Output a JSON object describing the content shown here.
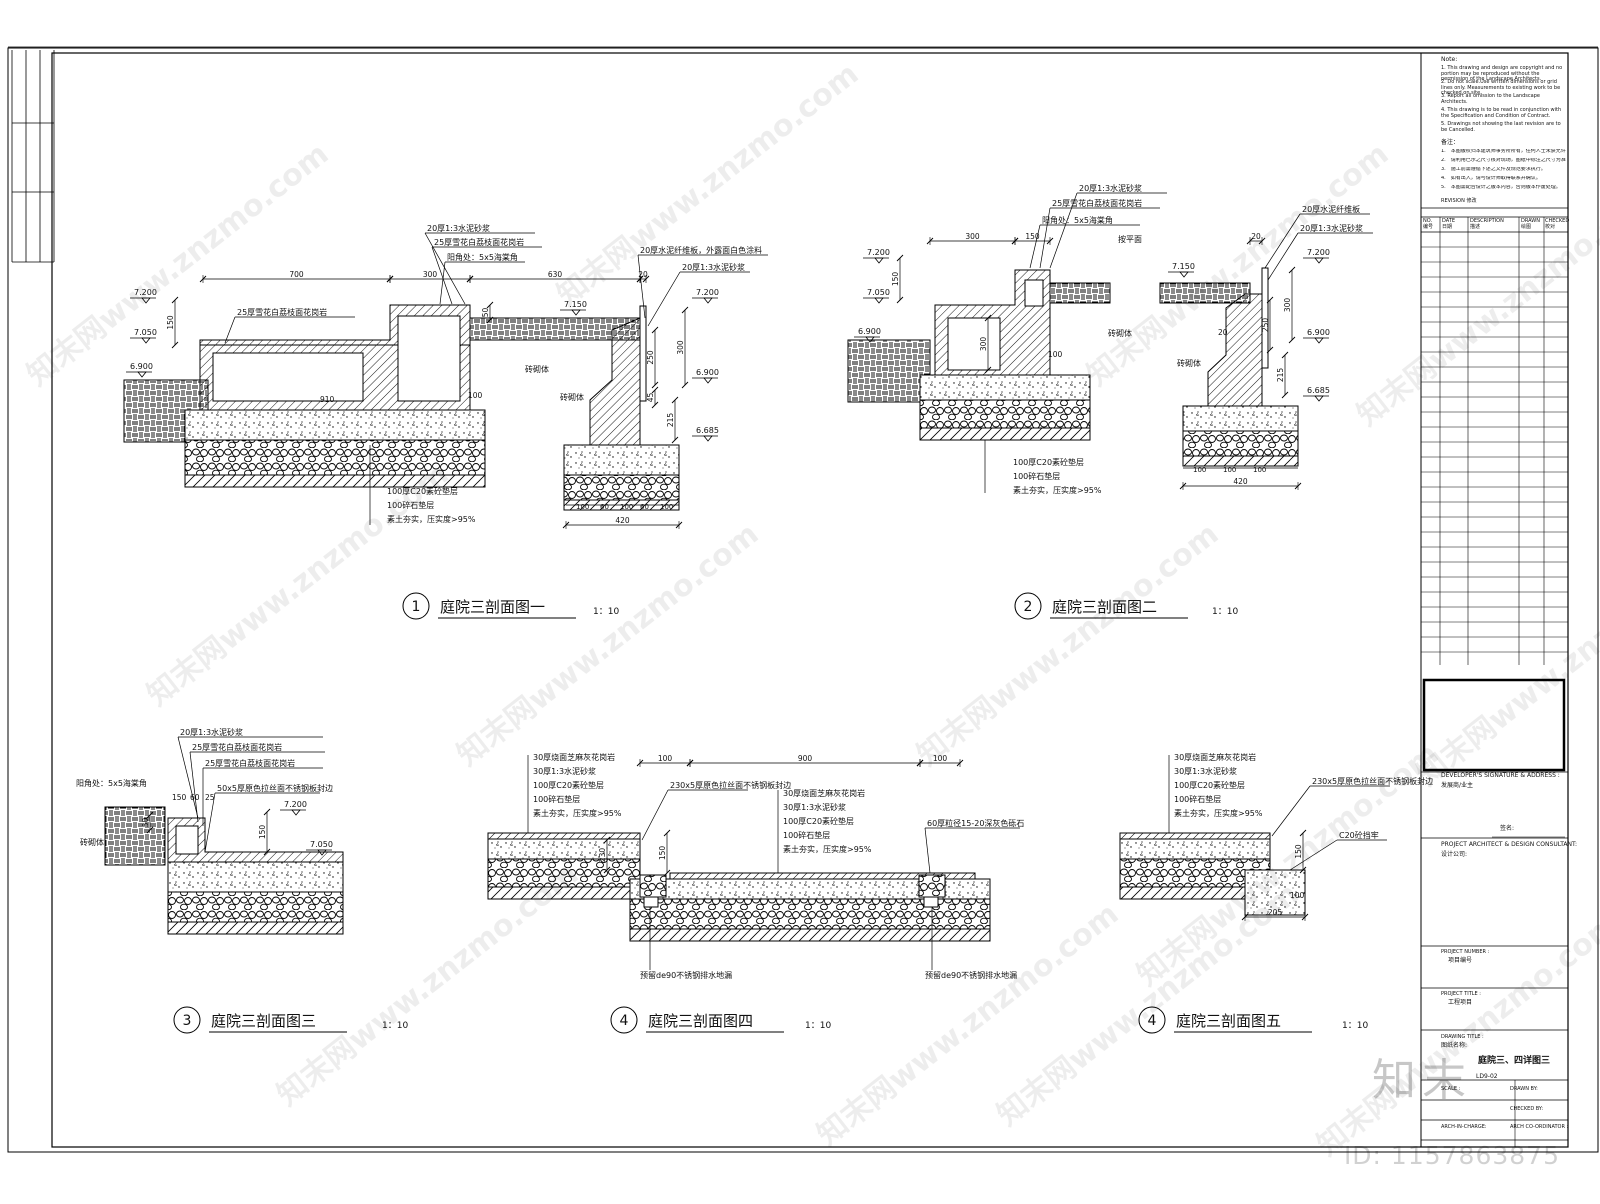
{
  "sections": [
    {
      "num": "1",
      "title": "庭院三剖面图一",
      "scale": "1：10",
      "labels": [
        "20厚1:3水泥砂浆",
        "25厚雪花白荔枝面花岗岩",
        "阳角处：5x5海棠角",
        "25厚雪花白荔枝面花岗岩",
        "20厚水泥纤维板，外露面白色涂料",
        "20厚1:3水泥砂浆",
        "砖砌体",
        "砖砌体",
        "100厚C20素砼垫层",
        "100碎石垫层",
        "素土夯实，压实度>95%"
      ],
      "elevations": [
        "7.200",
        "7.050",
        "6.900",
        "7.150",
        "7.200",
        "6.900",
        "6.685"
      ],
      "dims": [
        "700",
        "300",
        "630",
        "20",
        "150",
        "910",
        "100",
        "50",
        "300",
        "250",
        "45",
        "215",
        "100",
        "420",
        "60",
        "100",
        "60",
        "100"
      ]
    },
    {
      "num": "2",
      "title": "庭院三剖面图二",
      "scale": "1：10",
      "labels": [
        "20厚1:3水泥砂浆",
        "25厚雪花白荔枝面花岗岩",
        "阳角处：5x5海棠角",
        "按平面",
        "20厚水泥纤维板",
        "20厚1:3水泥砂浆",
        "砖砌体",
        "砖砌体",
        "100厚C20素砼垫层",
        "100碎石垫层",
        "素土夯实，压实度>95%"
      ],
      "elevations": [
        "7.200",
        "7.050",
        "6.900",
        "7.150",
        "7.200",
        "6.900",
        "6.685"
      ],
      "dims": [
        "300",
        "150",
        "20",
        "20",
        "150",
        "300",
        "100",
        "300",
        "250",
        "215",
        "420",
        "100",
        "100",
        "100"
      ]
    },
    {
      "num": "3",
      "title": "庭院三剖面图三",
      "scale": "1：10",
      "labels": [
        "20厚1:3水泥砂浆",
        "25厚雪花白荔枝面花岗岩",
        "25厚雪花白荔枝面花岗岩",
        "阳角处：5x5海棠角",
        "50x5厚原色拉丝面不锈钢板封边",
        "砖砌体"
      ],
      "elevations": [
        "7.200",
        "7.050"
      ],
      "dims": [
        "150",
        "60",
        "25",
        "50",
        "150"
      ]
    },
    {
      "num": "4",
      "title": "庭院三剖面图四",
      "scale": "1：10",
      "labels": [
        "30厚烧面芝麻灰花岗岩",
        "30厚1:3水泥砂浆",
        "100厚C20素砼垫层",
        "100碎石垫层",
        "素土夯实，压实度>95%",
        "230x5厚原色拉丝面不锈钢板封边",
        "30厚烧面芝麻灰花岗岩",
        "30厚1:3水泥砂浆",
        "100厚C20素砼垫层",
        "100碎石垫层",
        "素土夯实，压实度>95%",
        "60厚粒径15-20深灰色砾石",
        "预留de90不锈钢排水地漏",
        "预留de90不锈钢排水地漏"
      ],
      "elevations": [],
      "dims": [
        "100",
        "900",
        "100",
        "150",
        "230"
      ]
    },
    {
      "num": "4",
      "title": "庭院三剖面图五",
      "scale": "1：10",
      "labels": [
        "30厚烧面芝麻灰花岗岩",
        "30厚1:3水泥砂浆",
        "100厚C20素砼垫层",
        "100碎石垫层",
        "素土夯实，压实度>95%",
        "230x5厚原色拉丝面不锈钢板封边",
        "C20砼挡牢"
      ],
      "elevations": [],
      "dims": [
        "150",
        "205",
        "100"
      ]
    }
  ],
  "titleblock": {
    "note_head": "Note:",
    "notes_en": [
      "1. This drawing and design are copyright and no portion may be reproduced without the permission of the Landscape Architects.",
      "2. Do not scale.Use written dimensions or grid lines only. Measurements to existing work to be checked on site.",
      "3. Report all omission to the Landscape Architects.",
      "4. This drawing is to be read in conjunction with the Specification and Condition of Contract.",
      "5. Drawings not showing the last revision are to be Cancelled."
    ],
    "cn_head": "备注：",
    "notes_cn": [
      "1.　本图版权归本建筑师事务所所有，任何人士未获允许不得翻印任何部分。",
      "2.　请利用已示之尺寸核对现场，图纸中标注之尺寸为准。",
      "3.　施工前需遵循下述之文件及规范要求执行。",
      "4.　如有出入，请与设计师取得联系并确认。",
      "5.　本图需配合设计之版本内容，否则版本作废处理。"
    ],
    "revision": "REVISION 修改",
    "rev_cols": [
      {
        "en": "NO.",
        "cn": "编号"
      },
      {
        "en": "DATE",
        "cn": "日期"
      },
      {
        "en": "DESCRIPTION",
        "cn": "描述"
      },
      {
        "en": "DRAWN",
        "cn": "绘图"
      },
      {
        "en": "CHECKED",
        "cn": "校对"
      }
    ],
    "developer": "DEVELOPER'S  SIGNATURE & ADDRESS :",
    "developer_cn": "发展商/业主",
    "sign": "签名:",
    "architect": "PROJECT ARCHITECT & DESIGN CONSULTANT:",
    "architect_cn": "设计公司:",
    "proj_no": "PROJECT NUMBER :",
    "proj_no_cn": "项目编号",
    "proj_title": "PROJECT TITLE :",
    "proj_title_cn": "工程项目",
    "drawing_title": "DRAWING TITLE :",
    "drawing_title_cn": "图纸名称:",
    "drawing_name": "庭院三、四详图三",
    "drawing_no": "LD9-02",
    "scale": "SCALE :",
    "drawn_by": "DRAWN BY:",
    "checked_by": "CHECKED BY:",
    "arch_in_charge": "ARCH-IN-CHARGE:",
    "arch_coord": "ARCH CO-ORDINATOR :"
  },
  "watermark": "知末网www.znzmo.com",
  "logo": "知末",
  "image_id": "ID: 1157863875"
}
